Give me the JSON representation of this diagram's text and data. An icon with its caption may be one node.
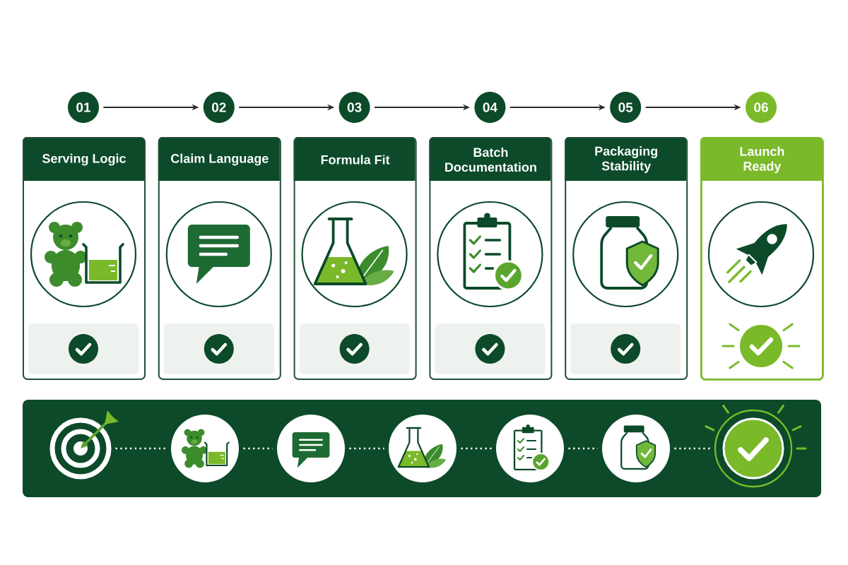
{
  "diagram": {
    "nodes": [
      {
        "text": [
          "01"
        ]
      },
      {
        "text": [
          "02"
        ]
      },
      {
        "text": [
          "03"
        ]
      },
      {
        "text": [
          "04"
        ]
      },
      {
        "text": [
          "05"
        ]
      },
      {
        "text": [
          "06"
        ]
      },
      {
        "text": [
          "Serving Logic"
        ]
      },
      {
        "text": [
          "Claim Language"
        ]
      },
      {
        "text": [
          "Formula Fit"
        ]
      },
      {
        "text": [
          "Batch Documentation"
        ]
      },
      {
        "text": [
          "Packaging Stability"
        ]
      },
      {
        "text": [
          "Launch Ready"
        ]
      },
      {
        "text": [],
        "shape": "box"
      },
      {
        "text": [],
        "shape": "circle",
        "in": 12
      },
      {
        "text": [],
        "shape": "circle",
        "in": 12
      },
      {
        "text": [],
        "shape": "circle",
        "in": 12
      },
      {
        "text": [],
        "shape": "circle",
        "in": 12
      },
      {
        "text": [],
        "shape": "circle",
        "in": 12
      },
      {
        "text": [],
        "shape": "circle",
        "in": 12
      },
      {
        "text": [],
        "shape": "circle",
        "in": 12
      }
    ],
    "edges": [
      {
        "from": 0,
        "to": 1,
        "arrow": "to",
        "color": "#2a2a2a"
      },
      {
        "from": 1,
        "to": 2,
        "arrow": "to",
        "color": "#2a2a2a"
      },
      {
        "from": 2,
        "to": 3,
        "arrow": "to",
        "color": "#2a2a2a"
      },
      {
        "from": 3,
        "to": 4,
        "arrow": "to",
        "color": "#2a2a2a"
      },
      {
        "from": 4,
        "to": 5,
        "arrow": "to",
        "color": "#2a2a2a"
      },
      {
        "from": 13,
        "to": 14,
        "arrow": "none",
        "style": "dashed",
        "color": "#ffffff"
      },
      {
        "from": 14,
        "to": 15,
        "arrow": "none",
        "style": "dashed",
        "color": "#ffffff"
      },
      {
        "from": 15,
        "to": 16,
        "arrow": "none",
        "style": "dashed",
        "color": "#ffffff"
      },
      {
        "from": 16,
        "to": 17,
        "arrow": "none",
        "style": "dashed",
        "color": "#ffffff"
      },
      {
        "from": 17,
        "to": 18,
        "arrow": "none",
        "style": "dashed",
        "color": "#ffffff"
      },
      {
        "from": 18,
        "to": 19,
        "arrow": "none",
        "style": "dashed",
        "color": "#ffffff"
      }
    ]
  }
}
